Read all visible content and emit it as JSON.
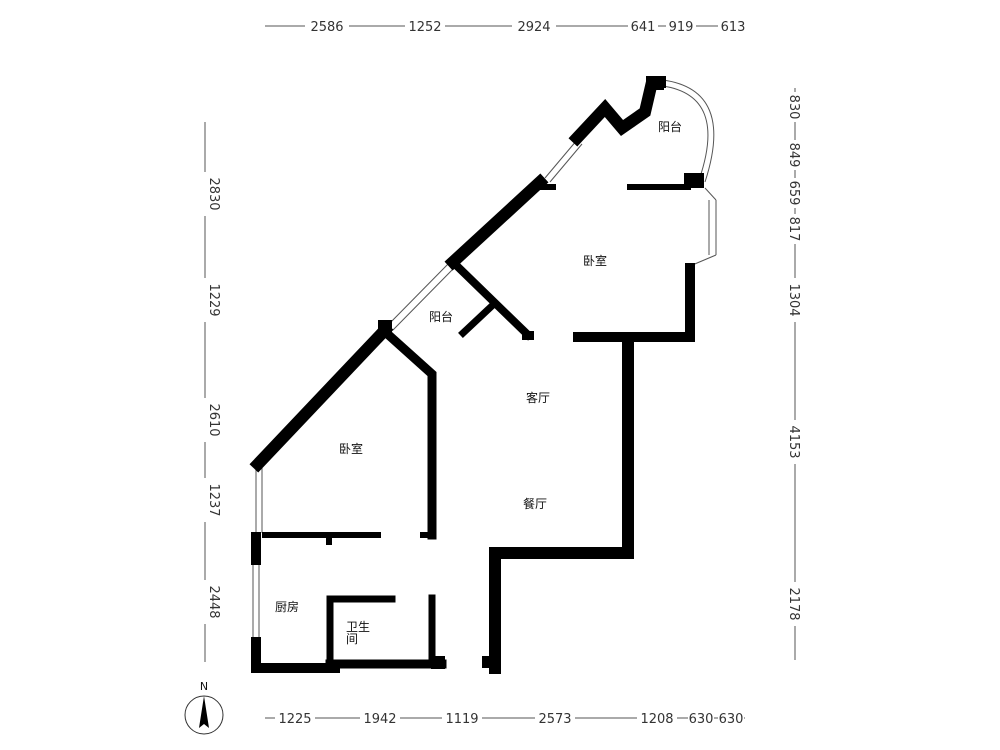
{
  "dimensions": {
    "top": [
      "2586",
      "1252",
      "2924",
      "641",
      "919",
      "613"
    ],
    "bottom": [
      "1225",
      "1942",
      "1119",
      "2573",
      "1208",
      "630",
      "630"
    ],
    "left": [
      "2830",
      "1229",
      "2610",
      "1237",
      "2448"
    ],
    "right": [
      "830",
      "849",
      "659",
      "817",
      "1304",
      "4153",
      "2178"
    ]
  },
  "rooms": {
    "balcony_top": "阳台",
    "bedroom_upper": "卧室",
    "balcony_mid": "阳台",
    "living_room": "客厅",
    "bedroom_lower": "卧室",
    "dining_room": "餐厅",
    "kitchen": "厨房",
    "bathroom_line1": "卫生",
    "bathroom_line2": "间"
  },
  "compass": {
    "label": "N"
  }
}
